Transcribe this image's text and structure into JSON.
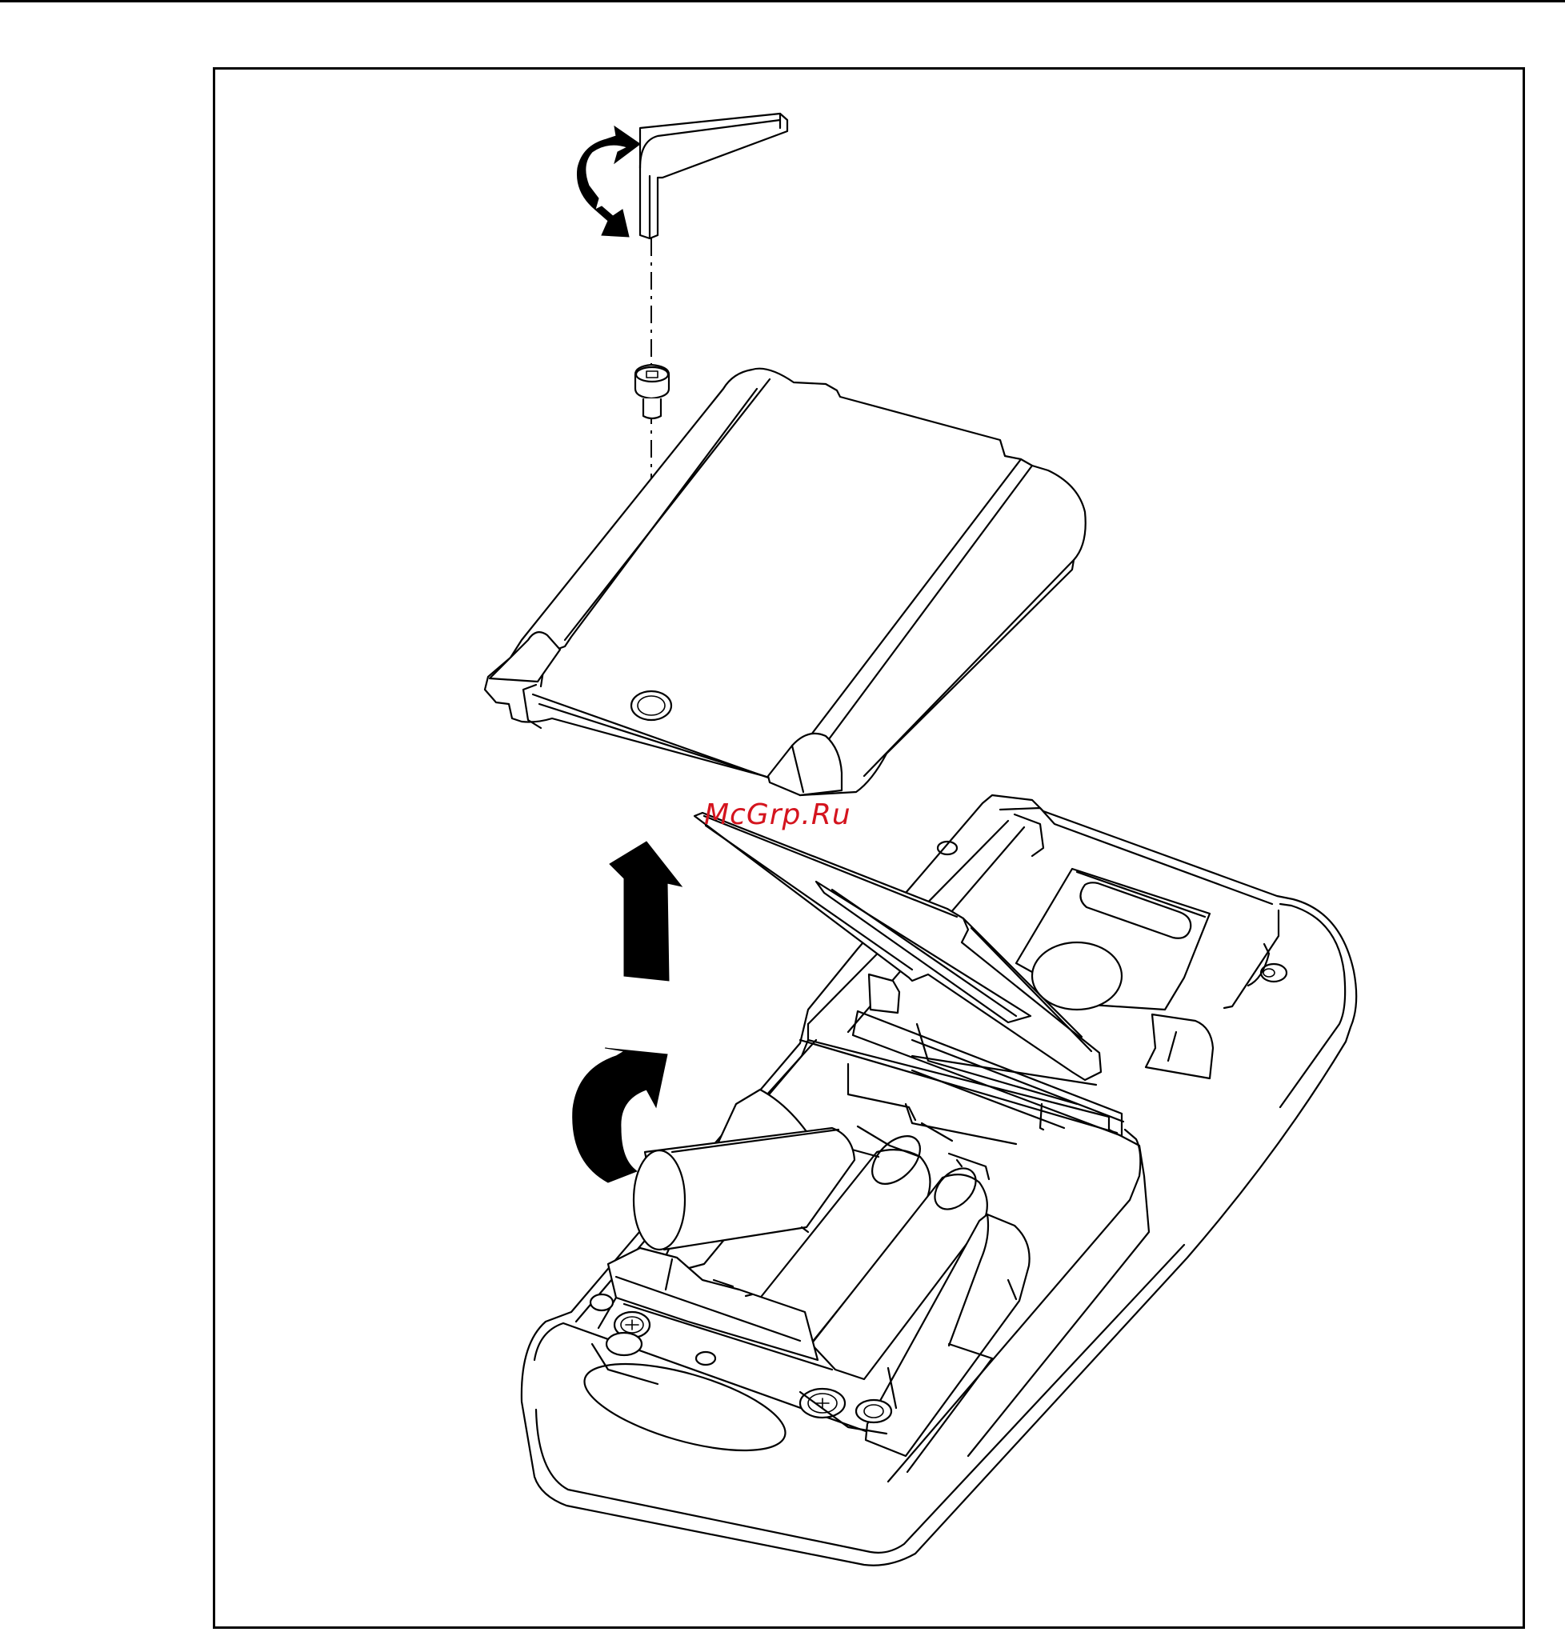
{
  "watermark": {
    "text": "McGrp.Ru",
    "color": "#d4141e"
  },
  "figure": {
    "parts": [
      {
        "name": "hex-key",
        "icon": "hex-key-icon"
      },
      {
        "name": "rotation-arrow-unscrew",
        "icon": "curved-arrow-icon"
      },
      {
        "name": "screw",
        "icon": "screw-icon"
      },
      {
        "name": "battery-door",
        "icon": "battery-door-icon"
      },
      {
        "name": "lift-arrow",
        "icon": "up-arrow-icon"
      },
      {
        "name": "battery-remove-arrow",
        "icon": "curved-arrow-icon"
      },
      {
        "name": "meter-body",
        "icon": "meter-body-icon"
      },
      {
        "name": "batteries",
        "icon": "battery-icon"
      }
    ]
  }
}
